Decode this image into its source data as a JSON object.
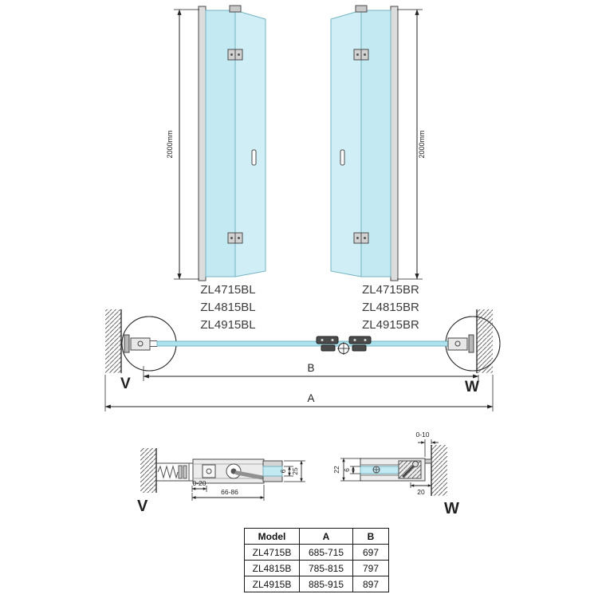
{
  "drawing": {
    "door_left": {
      "height_dim": "2000mm",
      "models": [
        "ZL4715BL",
        "ZL4815BL",
        "ZL4915BL"
      ]
    },
    "door_right": {
      "height_dim": "2000mm",
      "models": [
        "ZL4715BR",
        "ZL4815BR",
        "ZL4915BR"
      ]
    },
    "plan": {
      "detail_left": "V",
      "detail_right": "W",
      "dim_inner": "B",
      "dim_outer": "A"
    },
    "detail_v": {
      "label": "V",
      "dim_adjust": "0-20",
      "dim_span": "66-86",
      "dim_glass": "6",
      "dim_depth": "25"
    },
    "detail_w": {
      "label": "W",
      "dim_adjust": "0-10",
      "dim_height": "22",
      "dim_glass": "6",
      "dim_width": "20"
    }
  },
  "colors": {
    "glass": "#c3e9f2",
    "glass_fold": "#cfeef6",
    "glass_plan": "#aee3ee",
    "profile": "#dcdcdc",
    "line": "#222222"
  },
  "table": {
    "headers": [
      "Model",
      "A",
      "B"
    ],
    "rows": [
      {
        "model": "ZL4715B",
        "a": "685-715",
        "b": "697"
      },
      {
        "model": "ZL4815B",
        "a": "785-815",
        "b": "797"
      },
      {
        "model": "ZL4915B",
        "a": "885-915",
        "b": "897"
      }
    ]
  }
}
